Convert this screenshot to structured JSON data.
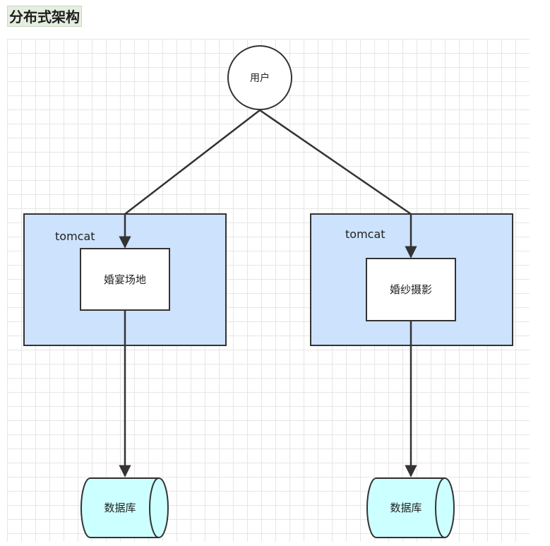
{
  "title": "分布式架构",
  "diagram": {
    "user_label": "用户",
    "left_container_label": "tomcat",
    "right_container_label": "tomcat",
    "left_app_label": "婚宴场地",
    "right_app_label": "婚纱摄影",
    "left_db_label": "数据库",
    "right_db_label": "数据库",
    "colors": {
      "container_fill": "#cce2fd",
      "db_fill": "#ccffff",
      "stroke": "#333333"
    }
  }
}
